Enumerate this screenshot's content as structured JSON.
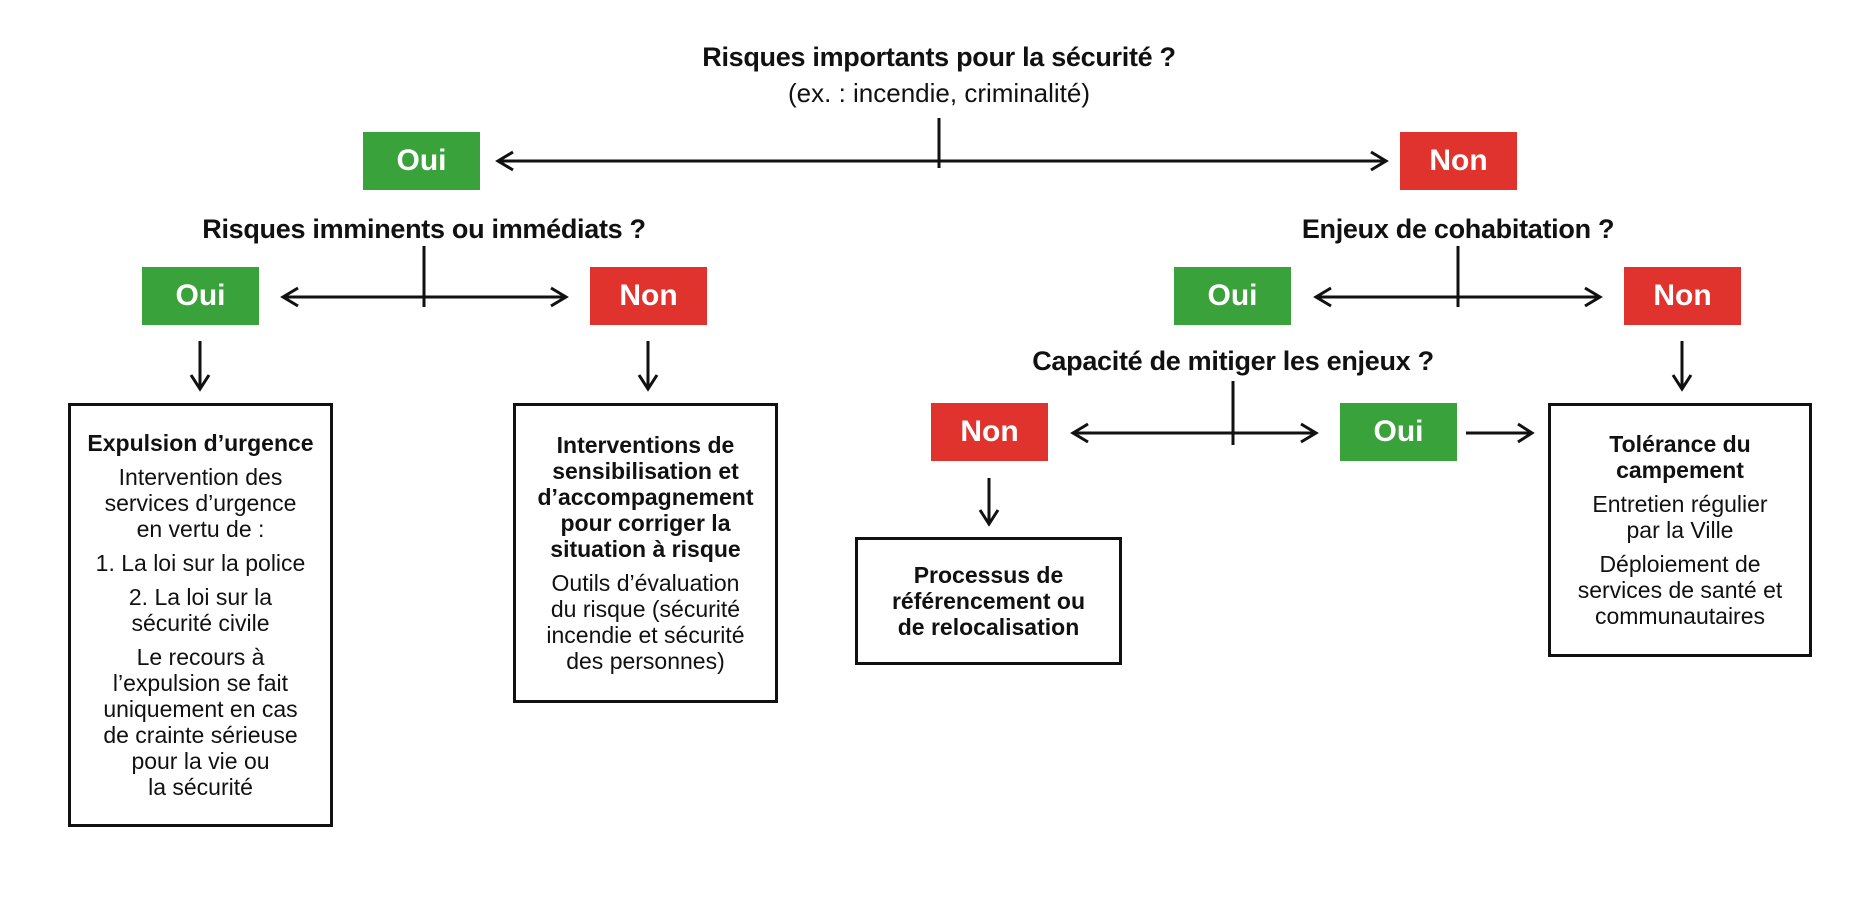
{
  "colors": {
    "yes": "#3aa23a",
    "no": "#e1332e",
    "line": "#111111",
    "box-border": "#111111",
    "background": "#ffffff"
  },
  "labels": {
    "yes": "Oui",
    "no": "Non"
  },
  "root_question": {
    "title": "Risques importants pour la sécurité ?",
    "subtitle": "(ex. : incendie, criminalité)"
  },
  "questions": {
    "imminent": "Risques imminents ou immédiats ?",
    "cohabitation": "Enjeux de cohabitation ?",
    "mitigation": "Capacité de mitiger les enjeux ?"
  },
  "outcomes": {
    "expulsion": {
      "title": "Expulsion d’urgence",
      "paragraphs": [
        "Intervention des\nservices d’urgence\nen vertu de :",
        "1. La loi sur la police",
        "2. La loi sur la\nsécurité civile",
        "Le recours à\nl’expulsion se fait\nuniquement en cas\nde crainte sérieuse\npour la vie ou\nla sécurité"
      ]
    },
    "sensibilisation": {
      "title": "Interventions de\nsensibilisation et\nd’accompagnement\npour corriger la\nsituation à risque",
      "paragraphs": [
        "Outils d’évaluation\ndu risque (sécurité\nincendie et sécurité\ndes personnes)"
      ]
    },
    "referencement": {
      "title": "Processus de\nréférencement ou\nde relocalisation",
      "paragraphs": []
    },
    "tolerance": {
      "title": "Tolérance du\ncampement",
      "paragraphs": [
        "Entretien régulier\npar la Ville",
        "Déploiement de\nservices de santé et\ncommunautaires"
      ]
    }
  }
}
